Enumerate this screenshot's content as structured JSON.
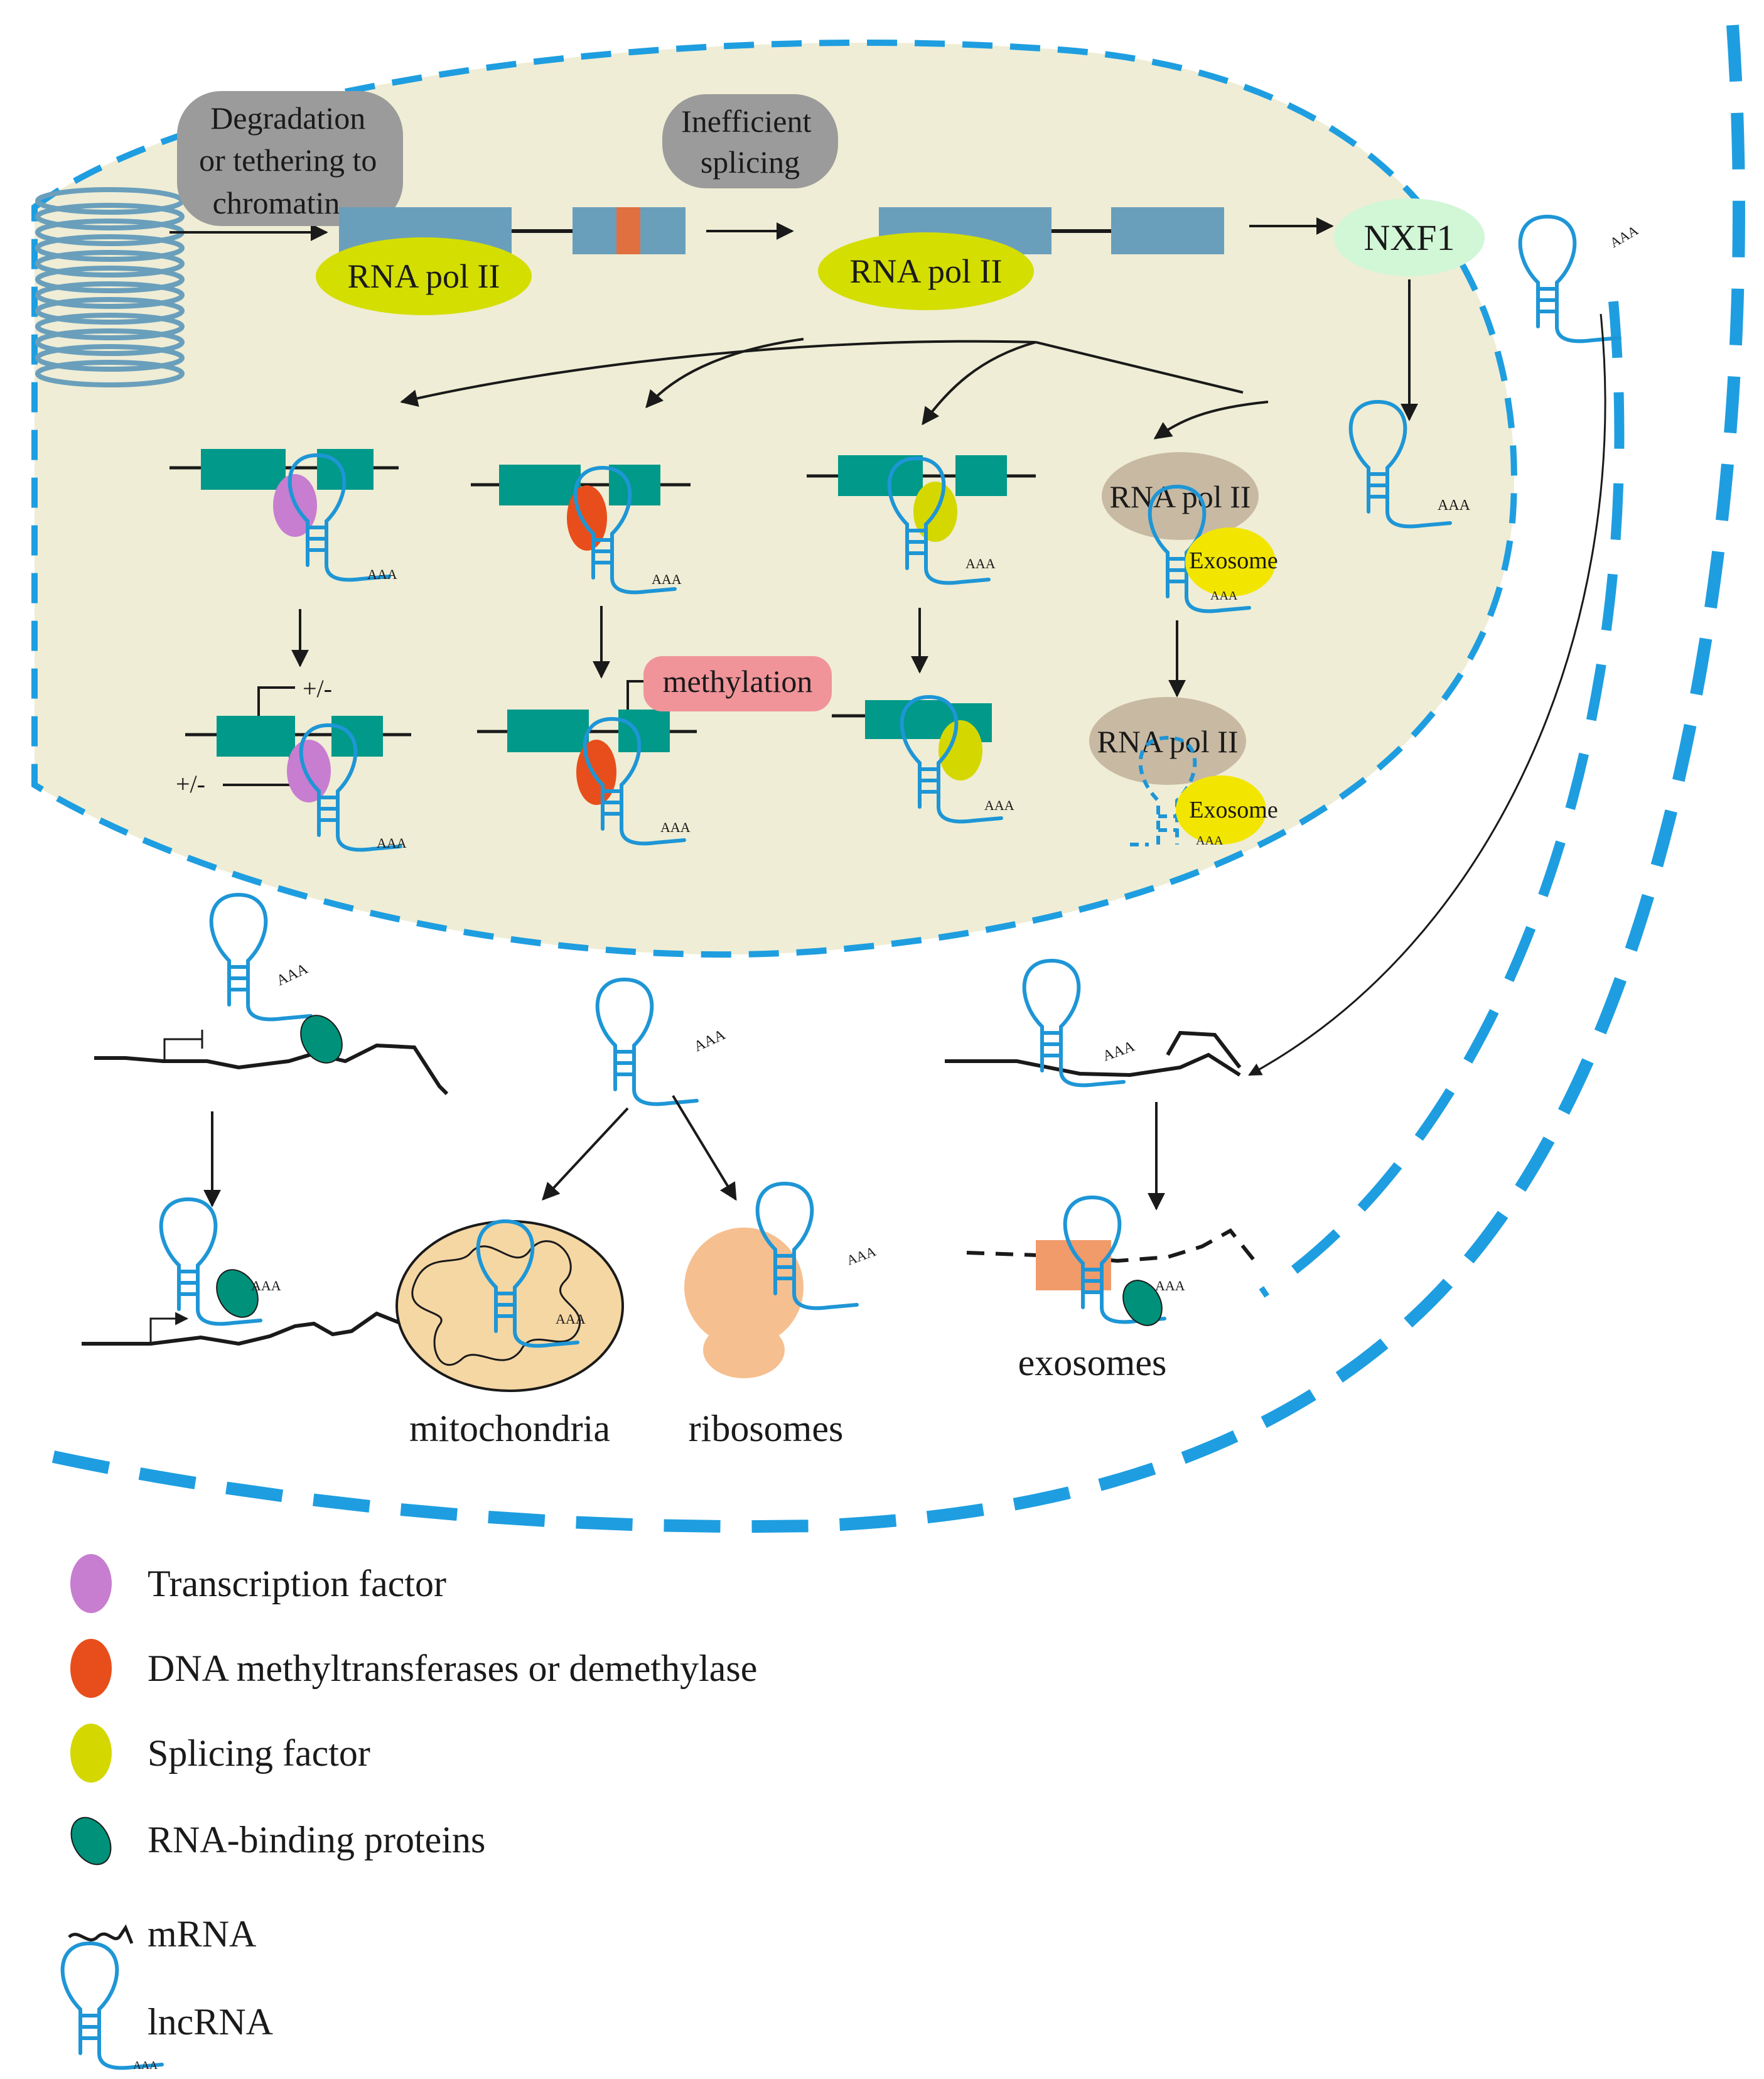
{
  "labels": {
    "degradation": [
      "Degradation",
      "or tethering to",
      "chromatin"
    ],
    "inefficient_splicing": [
      "Inefficient",
      "splicing"
    ],
    "rna_pol_ii": "RNA pol II",
    "nxf1": "NXF1",
    "exosome": "Exosome",
    "methylation": "methylation",
    "plus_minus": "+/-",
    "poly_a": "AAA",
    "mitochondria": "mitochondria",
    "ribosomes": "ribosomes",
    "exosomes": "exosomes"
  },
  "legend": [
    {
      "label": "Transcription factor",
      "symbol": "transcription-factor",
      "color": "#c77dd0"
    },
    {
      "label": "DNA methyltransferases or demethylase",
      "symbol": "methyltransferase",
      "color": "#e84e1b"
    },
    {
      "label": "Splicing factor",
      "symbol": "splicing-factor",
      "color": "#d4d800"
    },
    {
      "label": "RNA-binding proteins",
      "symbol": "rna-binding-protein",
      "color": "#00917a"
    },
    {
      "label": "mRNA",
      "symbol": "mrna-squiggle",
      "color": "#1a1a1a"
    },
    {
      "label": "lncRNA",
      "symbol": "lncrna-hairpin",
      "color": "#1e96d6"
    }
  ],
  "colors": {
    "nucleus_fill": "#efedd5",
    "membrane_blue": "#1e9ee0",
    "lncrna_blue": "#1e96d6",
    "exon_teal": "#00998a",
    "exon_steel": "#6a9fbc",
    "pol_ii_yellow": "#d4de00",
    "pol_ii_tan": "#c8b9a3",
    "gray_box": "#9b9b9b",
    "nxf1_green": "#d1f7d6",
    "exosome_yellow": "#f2e600",
    "methylation_pink": "#f0949a",
    "mito_fill": "#f5d7a4",
    "ribosome_fill": "#f6bf8f",
    "exosome_box": "#f19a6a"
  }
}
